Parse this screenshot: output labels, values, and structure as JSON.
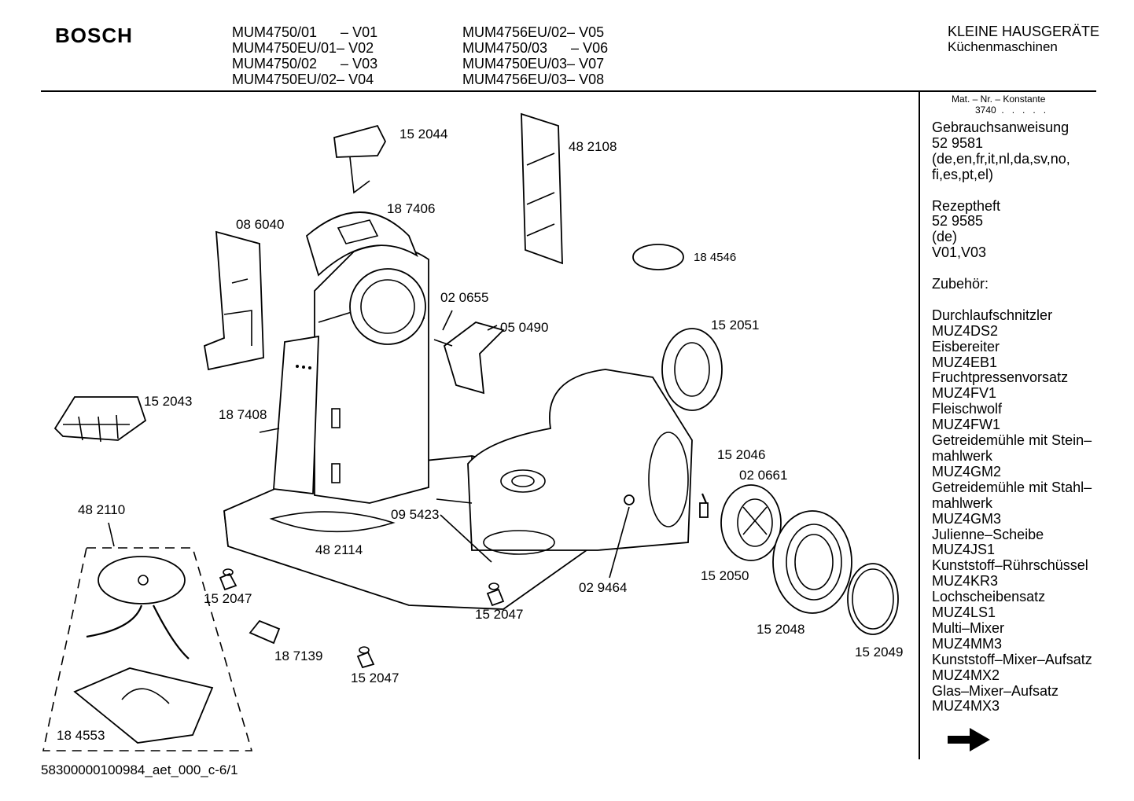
{
  "header": {
    "brand": "BOSCH",
    "models_col1": [
      "MUM4750/01      – V01",
      "MUM4750EU/01– V02",
      "MUM4750/02      – V03",
      "MUM4750EU/02– V04"
    ],
    "models_col2": [
      "MUM4756EU/02– V05",
      "MUM4750/03      – V06",
      "MUM4750EU/03– V07",
      "MUM4756EU/03– V08"
    ],
    "category_line1": "KLEINE HAUSGERÄTE",
    "category_line2": "Küchenmaschinen"
  },
  "sidebar": {
    "matnr_label": "Mat. – Nr. – Konstante",
    "matnr_value": "3740  .   .   .   .   .",
    "lines": [
      "Gebrauchsanweisung",
      "52 9581",
      "(de,en,fr,it,nl,da,sv,no,",
      "fi,es,pt,el)",
      "",
      "Rezeptheft",
      "52 9585",
      "(de)",
      "V01,V03",
      "",
      "Zubehör:",
      "",
      "Durchlaufschnitzler",
      "MUZ4DS2",
      "Eisbereiter",
      "MUZ4EB1",
      "Fruchtpressenvorsatz",
      "MUZ4FV1",
      "Fleischwolf",
      "MUZ4FW1",
      "Getreidemühle mit Stein–",
      "mahlwerk",
      "MUZ4GM2",
      "Getreidemühle mit Stahl–",
      "mahlwerk",
      "MUZ4GM3",
      "Julienne–Scheibe",
      "MUZ4JS1",
      "Kunststoff–Rührschüssel",
      "MUZ4KR3",
      "Lochscheibensatz",
      "MUZ4LS1",
      "Multi–Mixer",
      "MUZ4MM3",
      "Kunststoff–Mixer–Aufsatz",
      "MUZ4MX2",
      "Glas–Mixer–Aufsatz",
      "MUZ4MX3"
    ]
  },
  "parts": [
    {
      "id": "p1",
      "label": "15 2044"
    },
    {
      "id": "p2",
      "label": "48 2108"
    },
    {
      "id": "p3",
      "label": "18 7406"
    },
    {
      "id": "p4",
      "label": "08 6040"
    },
    {
      "id": "p5",
      "label": "18 4546"
    },
    {
      "id": "p6",
      "label": "02 0655"
    },
    {
      "id": "p7",
      "label": "05 0490"
    },
    {
      "id": "p8",
      "label": "15 2051"
    },
    {
      "id": "p9",
      "label": "15 2043"
    },
    {
      "id": "p10",
      "label": "18 7408"
    },
    {
      "id": "p11",
      "label": "15 2046"
    },
    {
      "id": "p12",
      "label": "02 0661"
    },
    {
      "id": "p13",
      "label": "48 2110"
    },
    {
      "id": "p14",
      "label": "09 5423"
    },
    {
      "id": "p15",
      "label": "48 2114"
    },
    {
      "id": "p16",
      "label": "15 2047"
    },
    {
      "id": "p17",
      "label": "15 2047"
    },
    {
      "id": "p18",
      "label": "02 9464"
    },
    {
      "id": "p19",
      "label": "15 2050"
    },
    {
      "id": "p20",
      "label": "15 2048"
    },
    {
      "id": "p21",
      "label": "15 2049"
    },
    {
      "id": "p22",
      "label": "18 7139"
    },
    {
      "id": "p23",
      "label": "15 2047"
    },
    {
      "id": "p24",
      "label": "18 4553"
    }
  ],
  "footer": "58300000100984_aet_000_c-6/1"
}
